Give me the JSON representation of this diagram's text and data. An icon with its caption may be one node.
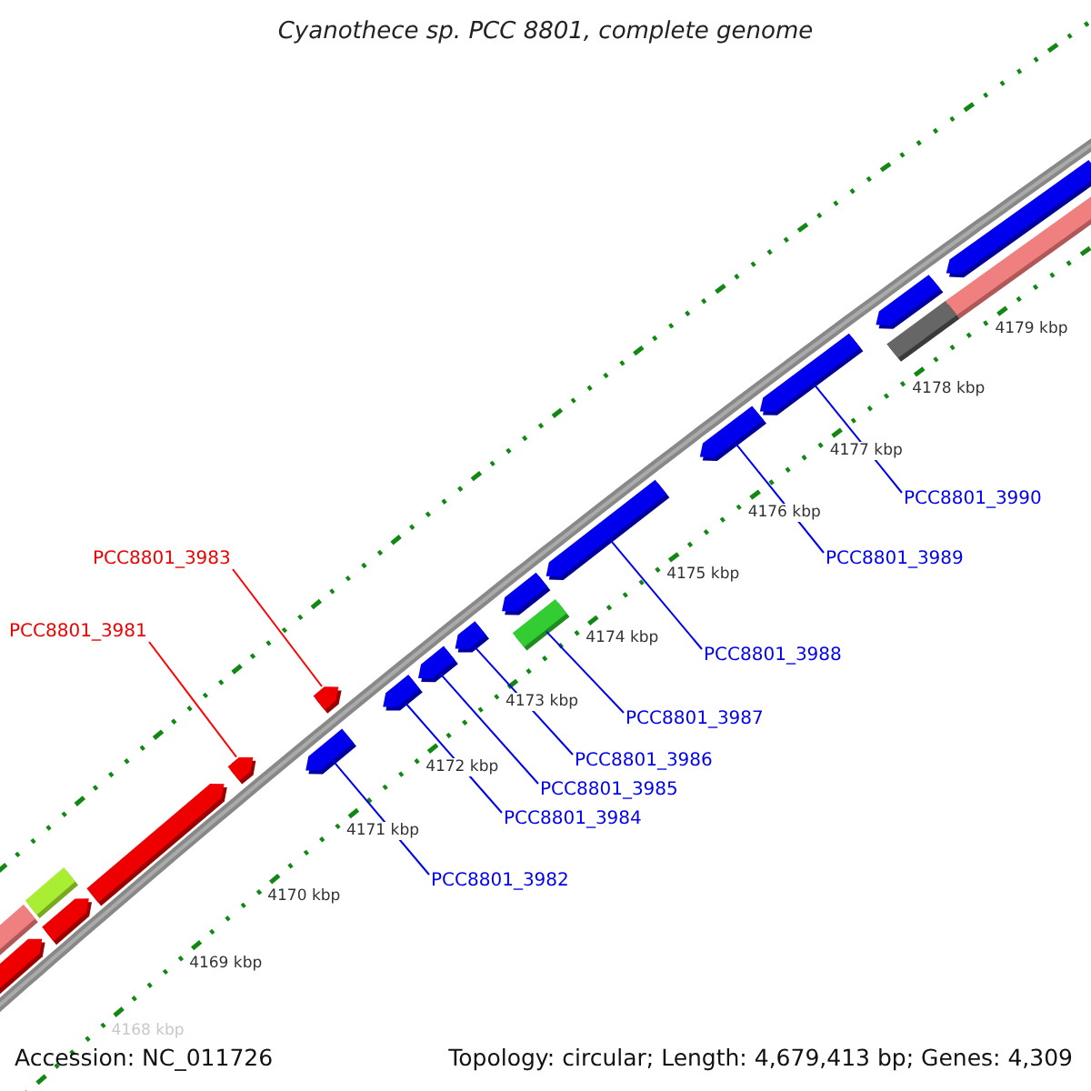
{
  "diagram": {
    "title": "Cyanothece sp. PCC 8801, complete genome",
    "nodes": [
      {
        "text": [
          "PCC8801_3990"
        ]
      },
      {
        "text": [
          "PCC8801_3983"
        ]
      },
      {
        "text": [
          "PCC8801_3989"
        ]
      },
      {
        "text": [
          "PCC8801_3981"
        ]
      },
      {
        "text": [
          "PCC8801_3988"
        ]
      },
      {
        "text": [
          "PCC8801_3987"
        ]
      },
      {
        "text": [
          "PCC8801_3986"
        ]
      },
      {
        "text": [
          "PCC8801_3985"
        ]
      },
      {
        "text": [
          "PCC8801_3984"
        ]
      },
      {
        "text": [
          "PCC8801_3982"
        ]
      },
      {
        "text": [],
        "shape": "pentagon"
      },
      {
        "text": [],
        "shape": "bar"
      },
      {
        "text": [],
        "shape": "pentagon"
      },
      {
        "text": [],
        "shape": "bar"
      },
      {
        "text": [],
        "shape": "pentagon"
      },
      {
        "text": [],
        "shape": "pentagon"
      },
      {
        "text": [],
        "shape": "pentagon"
      },
      {
        "text": [],
        "shape": "pentagon"
      },
      {
        "text": [],
        "shape": "bar"
      },
      {
        "text": [],
        "shape": "pentagon"
      },
      {
        "text": [],
        "shape": "pentagon"
      },
      {
        "text": [],
        "shape": "pentagon"
      },
      {
        "text": [],
        "shape": "pentagon"
      },
      {
        "text": [],
        "shape": "pentagon"
      },
      {
        "text": [],
        "shape": "pentagon"
      },
      {
        "text": [],
        "shape": "pentagon"
      },
      {
        "text": [],
        "shape": "bar"
      },
      {
        "text": [],
        "shape": "pentagon"
      },
      {
        "text": [],
        "shape": "bar"
      },
      {
        "text": [],
        "shape": "pentagon"
      }
    ],
    "edges": [
      {
        "from": 0,
        "to": 14,
        "arrow": "none"
      },
      {
        "from": 1,
        "to": 21,
        "arrow": "none",
        "color": "#ff0000"
      },
      {
        "from": 2,
        "to": 15,
        "arrow": "none"
      },
      {
        "from": 3,
        "to": 24,
        "arrow": "none",
        "color": "#ff0000"
      },
      {
        "from": 4,
        "to": 16,
        "arrow": "none"
      },
      {
        "from": 5,
        "to": 18,
        "arrow": "none"
      },
      {
        "from": 6,
        "to": 19,
        "arrow": "none"
      },
      {
        "from": 7,
        "to": 20,
        "arrow": "none"
      },
      {
        "from": 8,
        "to": 22,
        "arrow": "none"
      },
      {
        "from": 9,
        "to": 23,
        "arrow": "none"
      }
    ],
    "labels": [
      "4168 kbp",
      "4169 kbp",
      "4170 kbp",
      "4171 kbp",
      "4172 kbp",
      "4173 kbp",
      "4174 kbp",
      "4175 kbp",
      "4176 kbp",
      "4177 kbp",
      "4178 kbp",
      "4179 kbp",
      "Accession: NC_011726",
      "Topology: circular; Length: 4,679,413 bp; Genes: 4,309"
    ]
  }
}
